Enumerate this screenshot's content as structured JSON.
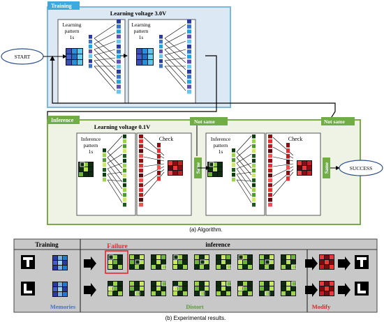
{
  "panel_a": {
    "training_tag": "Training",
    "training_title": "Learning voltage   3.0V",
    "learning_pattern": [
      "Learning",
      "pattern",
      "1s"
    ],
    "start": "START",
    "inference_tag": "Inference",
    "inference_title": "Learning voltage   0.1V",
    "inference_pattern": [
      "Inference",
      "pattern",
      "1s"
    ],
    "check": "Check",
    "not_same": "Not same",
    "same": "Same",
    "success": "SUCCESS",
    "caption": "(a) Algorithm."
  },
  "panel_b": {
    "header_training": "Training",
    "header_inference": "inference",
    "failure": "Failure",
    "memories": "Memories",
    "distort": "Distort",
    "modify": "Modify",
    "caption": "(b) Experimental results."
  },
  "colors": {
    "training_bg": "#dce8f3",
    "training_border": "#7ab8df",
    "tag_blue": "#3fa9dc",
    "inference_bg": "#eef3e6",
    "inference_border": "#7bab49",
    "tag_green": "#70ad47",
    "failure_red": "#e3262a",
    "memories_blue": "#4a6fc9",
    "distort_green": "#5a9a36",
    "modify_red": "#d9262a"
  }
}
